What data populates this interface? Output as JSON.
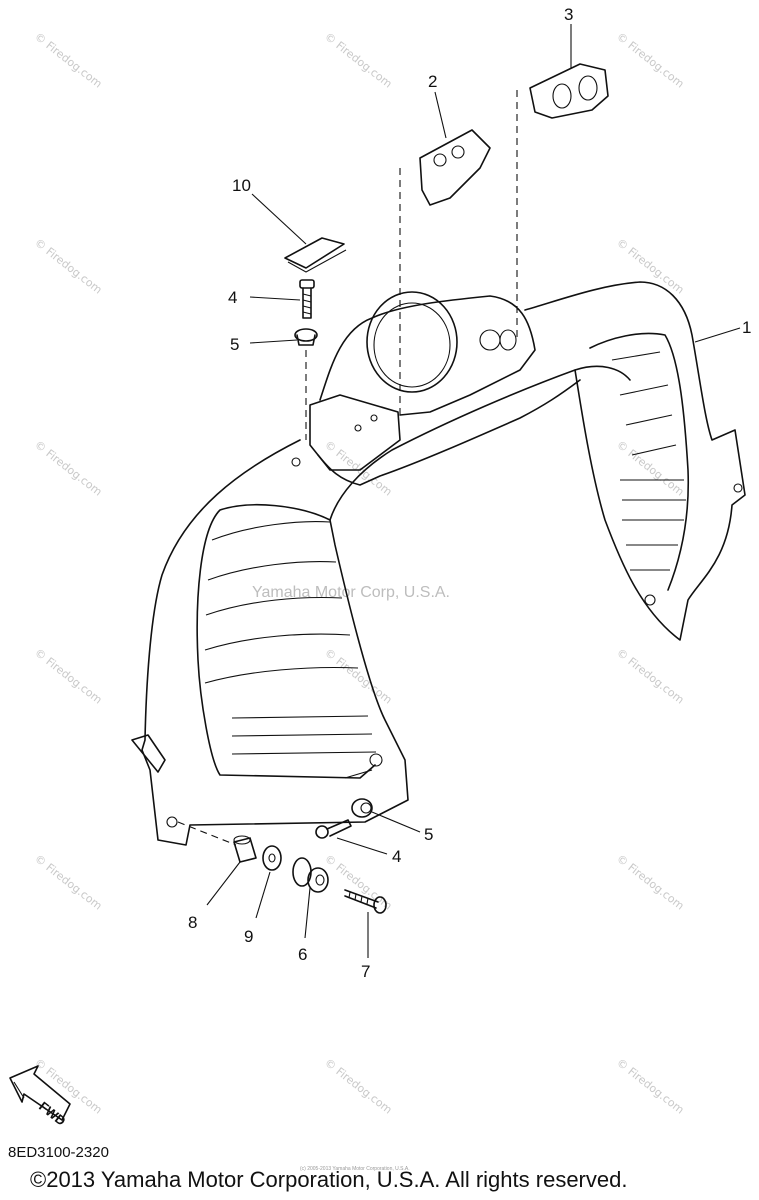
{
  "watermark": {
    "text": "© Firedog.com",
    "center": "Yamaha Motor Corp, U.S.A."
  },
  "callouts": {
    "c1": "1",
    "c2": "2",
    "c3": "3",
    "c4a": "4",
    "c4b": "4",
    "c5a": "5",
    "c5b": "5",
    "c6": "6",
    "c7": "7",
    "c8": "8",
    "c9": "9",
    "c10": "10"
  },
  "fwd_label": "FWD",
  "part_code": "8ED3100-2320",
  "copyright": "©2013 Yamaha Motor Corporation, U.S.A. All rights reserved.",
  "fine_print": "(c) 2005-2013 Yamaha Motor Corporation, U.S.A."
}
